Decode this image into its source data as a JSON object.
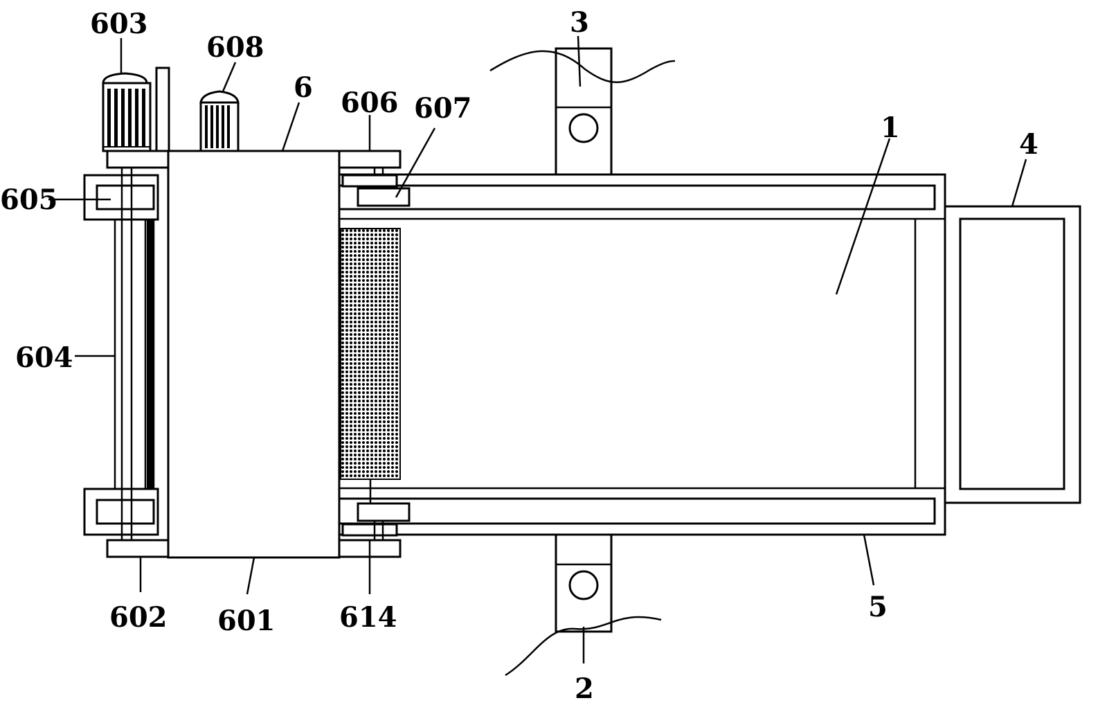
{
  "labels": {
    "l603": "603",
    "l608": "608",
    "l3": "3",
    "l6": "6",
    "l606": "606",
    "l607": "607",
    "l1": "1",
    "l4": "4",
    "l605": "605",
    "l604": "604",
    "l602": "602",
    "l601": "601",
    "l614": "614",
    "l5": "5",
    "l2": "2"
  },
  "colors": {
    "line": "#000000",
    "background": "#ffffff"
  }
}
